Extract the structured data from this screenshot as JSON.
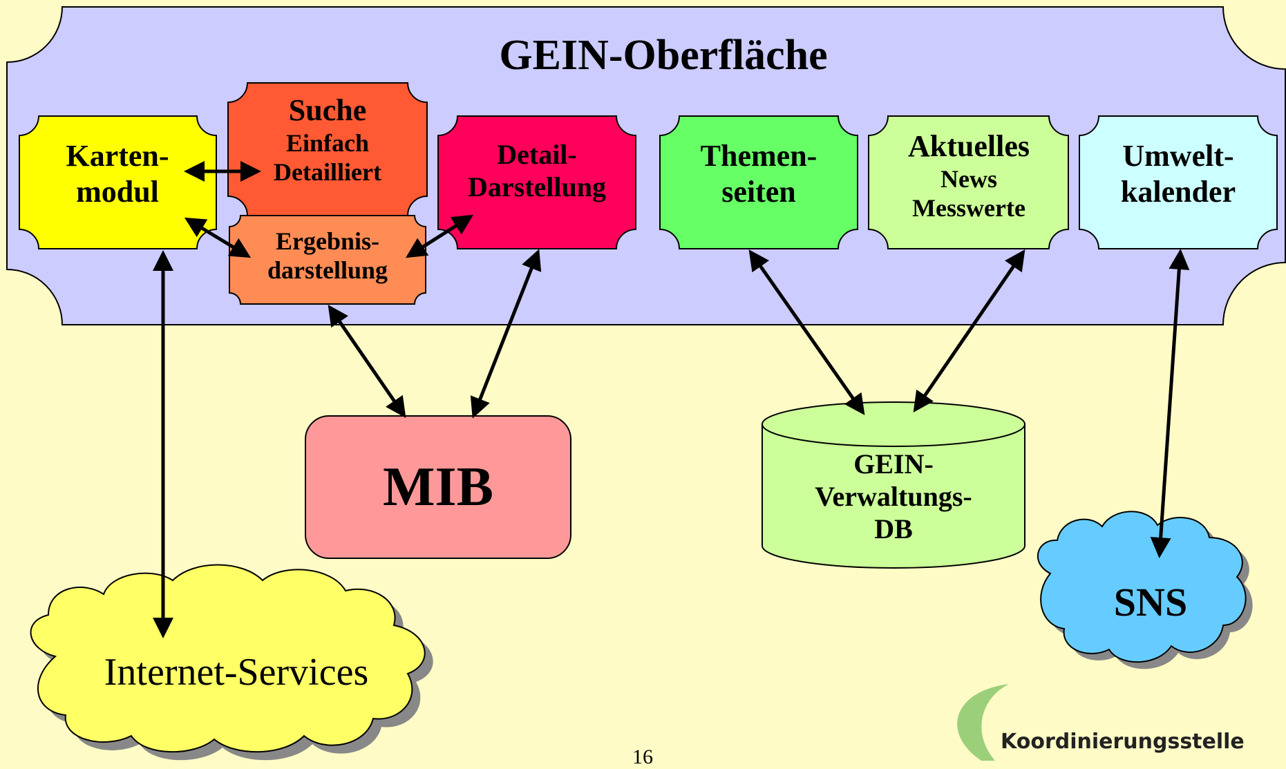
{
  "frame": {
    "title": "GEIN-Oberfläche",
    "color": "#ccccff"
  },
  "modules": {
    "karten": {
      "lines": [
        "Karten-",
        "modul"
      ],
      "color": "#ffff00"
    },
    "suche": {
      "title": "Suche",
      "sub": [
        "Einfach",
        "Detailliert"
      ],
      "color": "#ff5a33"
    },
    "ergebnis": {
      "lines": [
        "Ergebnis-",
        "darstellung"
      ],
      "color": "#ff8c55"
    },
    "detail": {
      "lines": [
        "Detail-",
        "Darstellung"
      ],
      "color": "#ff005a"
    },
    "themen": {
      "lines": [
        "Themen-",
        "seiten"
      ],
      "color": "#66ff66"
    },
    "aktuelles": {
      "title": "Aktuelles",
      "sub": [
        "News",
        "Messwerte"
      ],
      "color": "#ccff99"
    },
    "umwelt": {
      "lines": [
        "Umwelt-",
        "kalender"
      ],
      "color": "#ccffff"
    }
  },
  "mib": {
    "label": "MIB",
    "color": "#ff9999"
  },
  "db": {
    "lines": [
      "GEIN-",
      "Verwaltungs-",
      "DB"
    ],
    "color": "#ccff99"
  },
  "internet": {
    "label": "Internet-Services",
    "color": "#ffff66"
  },
  "sns": {
    "label": "SNS",
    "color": "#66ccff"
  },
  "page_number": "16",
  "logo": {
    "text": "Koordinierungsstelle"
  }
}
